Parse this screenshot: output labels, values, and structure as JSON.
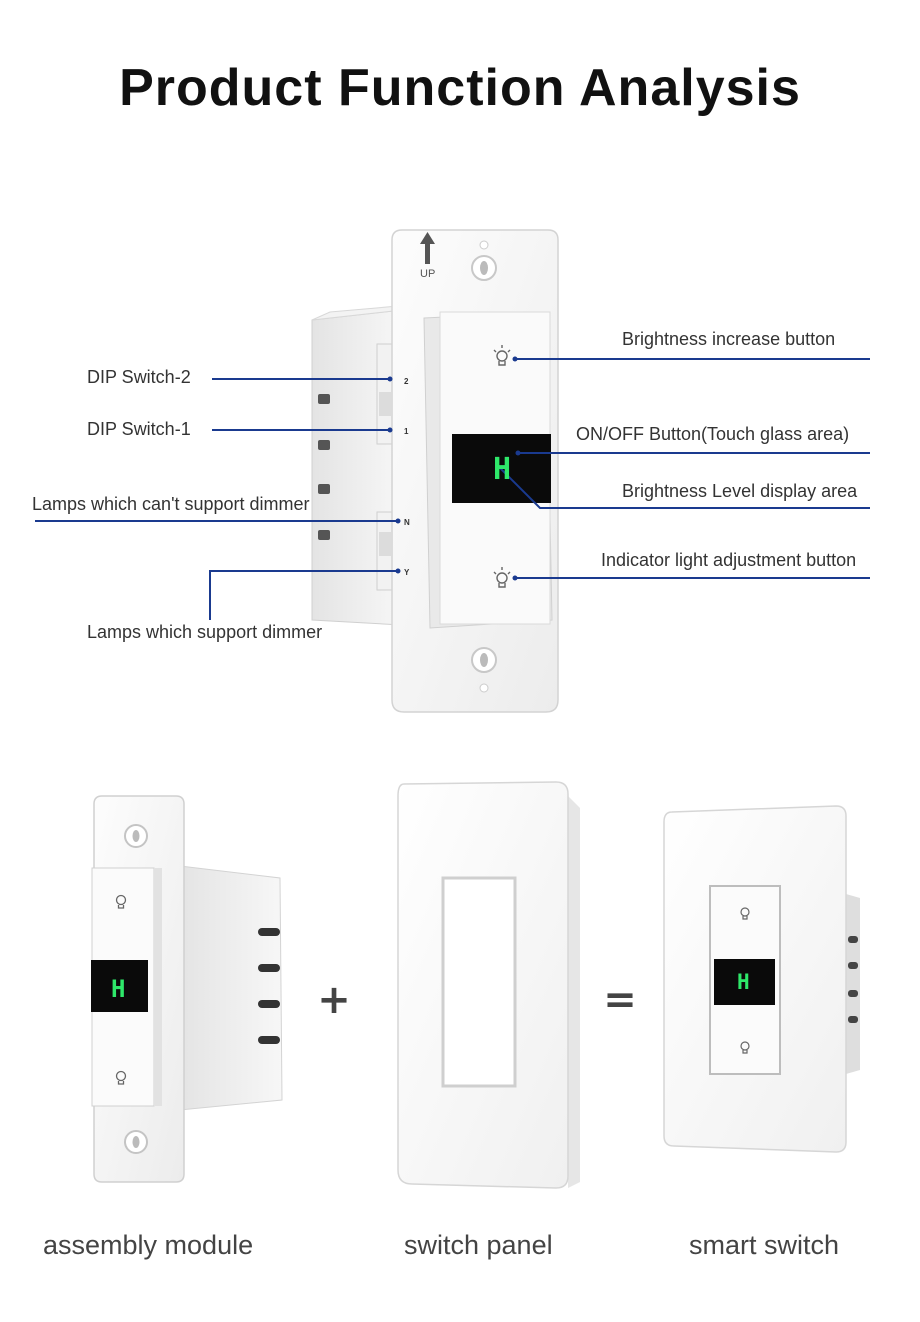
{
  "title": "Product Function Analysis",
  "device": {
    "up_label": "UP",
    "display_char": "H",
    "dip_marks": [
      "2",
      "1",
      "N",
      "Y"
    ]
  },
  "labels": {
    "brightness_increase": "Brightness increase button",
    "dip_switch_2": "DIP Switch-2",
    "dip_switch_1": "DIP Switch-1",
    "on_off": "ON/OFF Button(Touch glass area)",
    "brightness_level": "Brightness Level display area",
    "lamps_no_dimmer": "Lamps which can't support dimmer",
    "indicator_adjust": "Indicator light adjustment button",
    "lamps_dimmer": "Lamps which support dimmer"
  },
  "assembly": {
    "plus": "+",
    "equals": "=",
    "captions": [
      "assembly module",
      "switch panel",
      "smart switch"
    ]
  },
  "colors": {
    "leader_line": "#1a3a8f",
    "display_green": "#2ee86a",
    "display_bg": "#0a0a0a"
  }
}
